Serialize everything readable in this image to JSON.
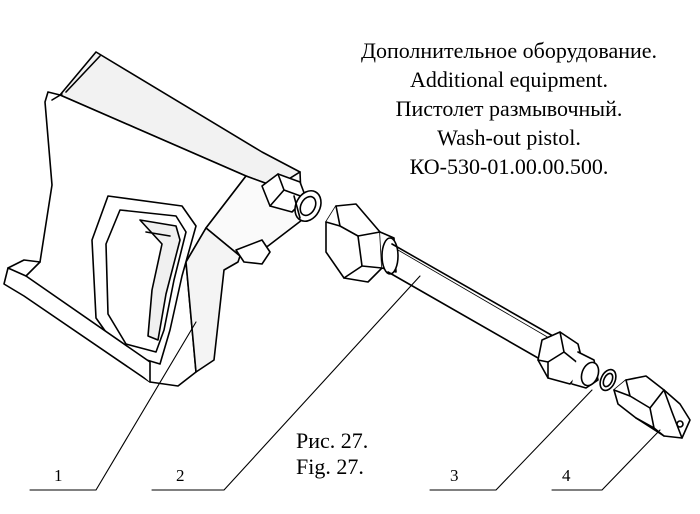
{
  "title": {
    "line1": "Дополнительное оборудование.",
    "line2": "Additional equipment.",
    "line3": "Пистолет размывочный.",
    "line4": "Wash-out pistol.",
    "line5": "КО-530-01.00.00.500."
  },
  "caption": {
    "ru": "Рис. 27.",
    "en": "Fig. 27."
  },
  "callouts": [
    "1",
    "2",
    "3",
    "4"
  ]
}
